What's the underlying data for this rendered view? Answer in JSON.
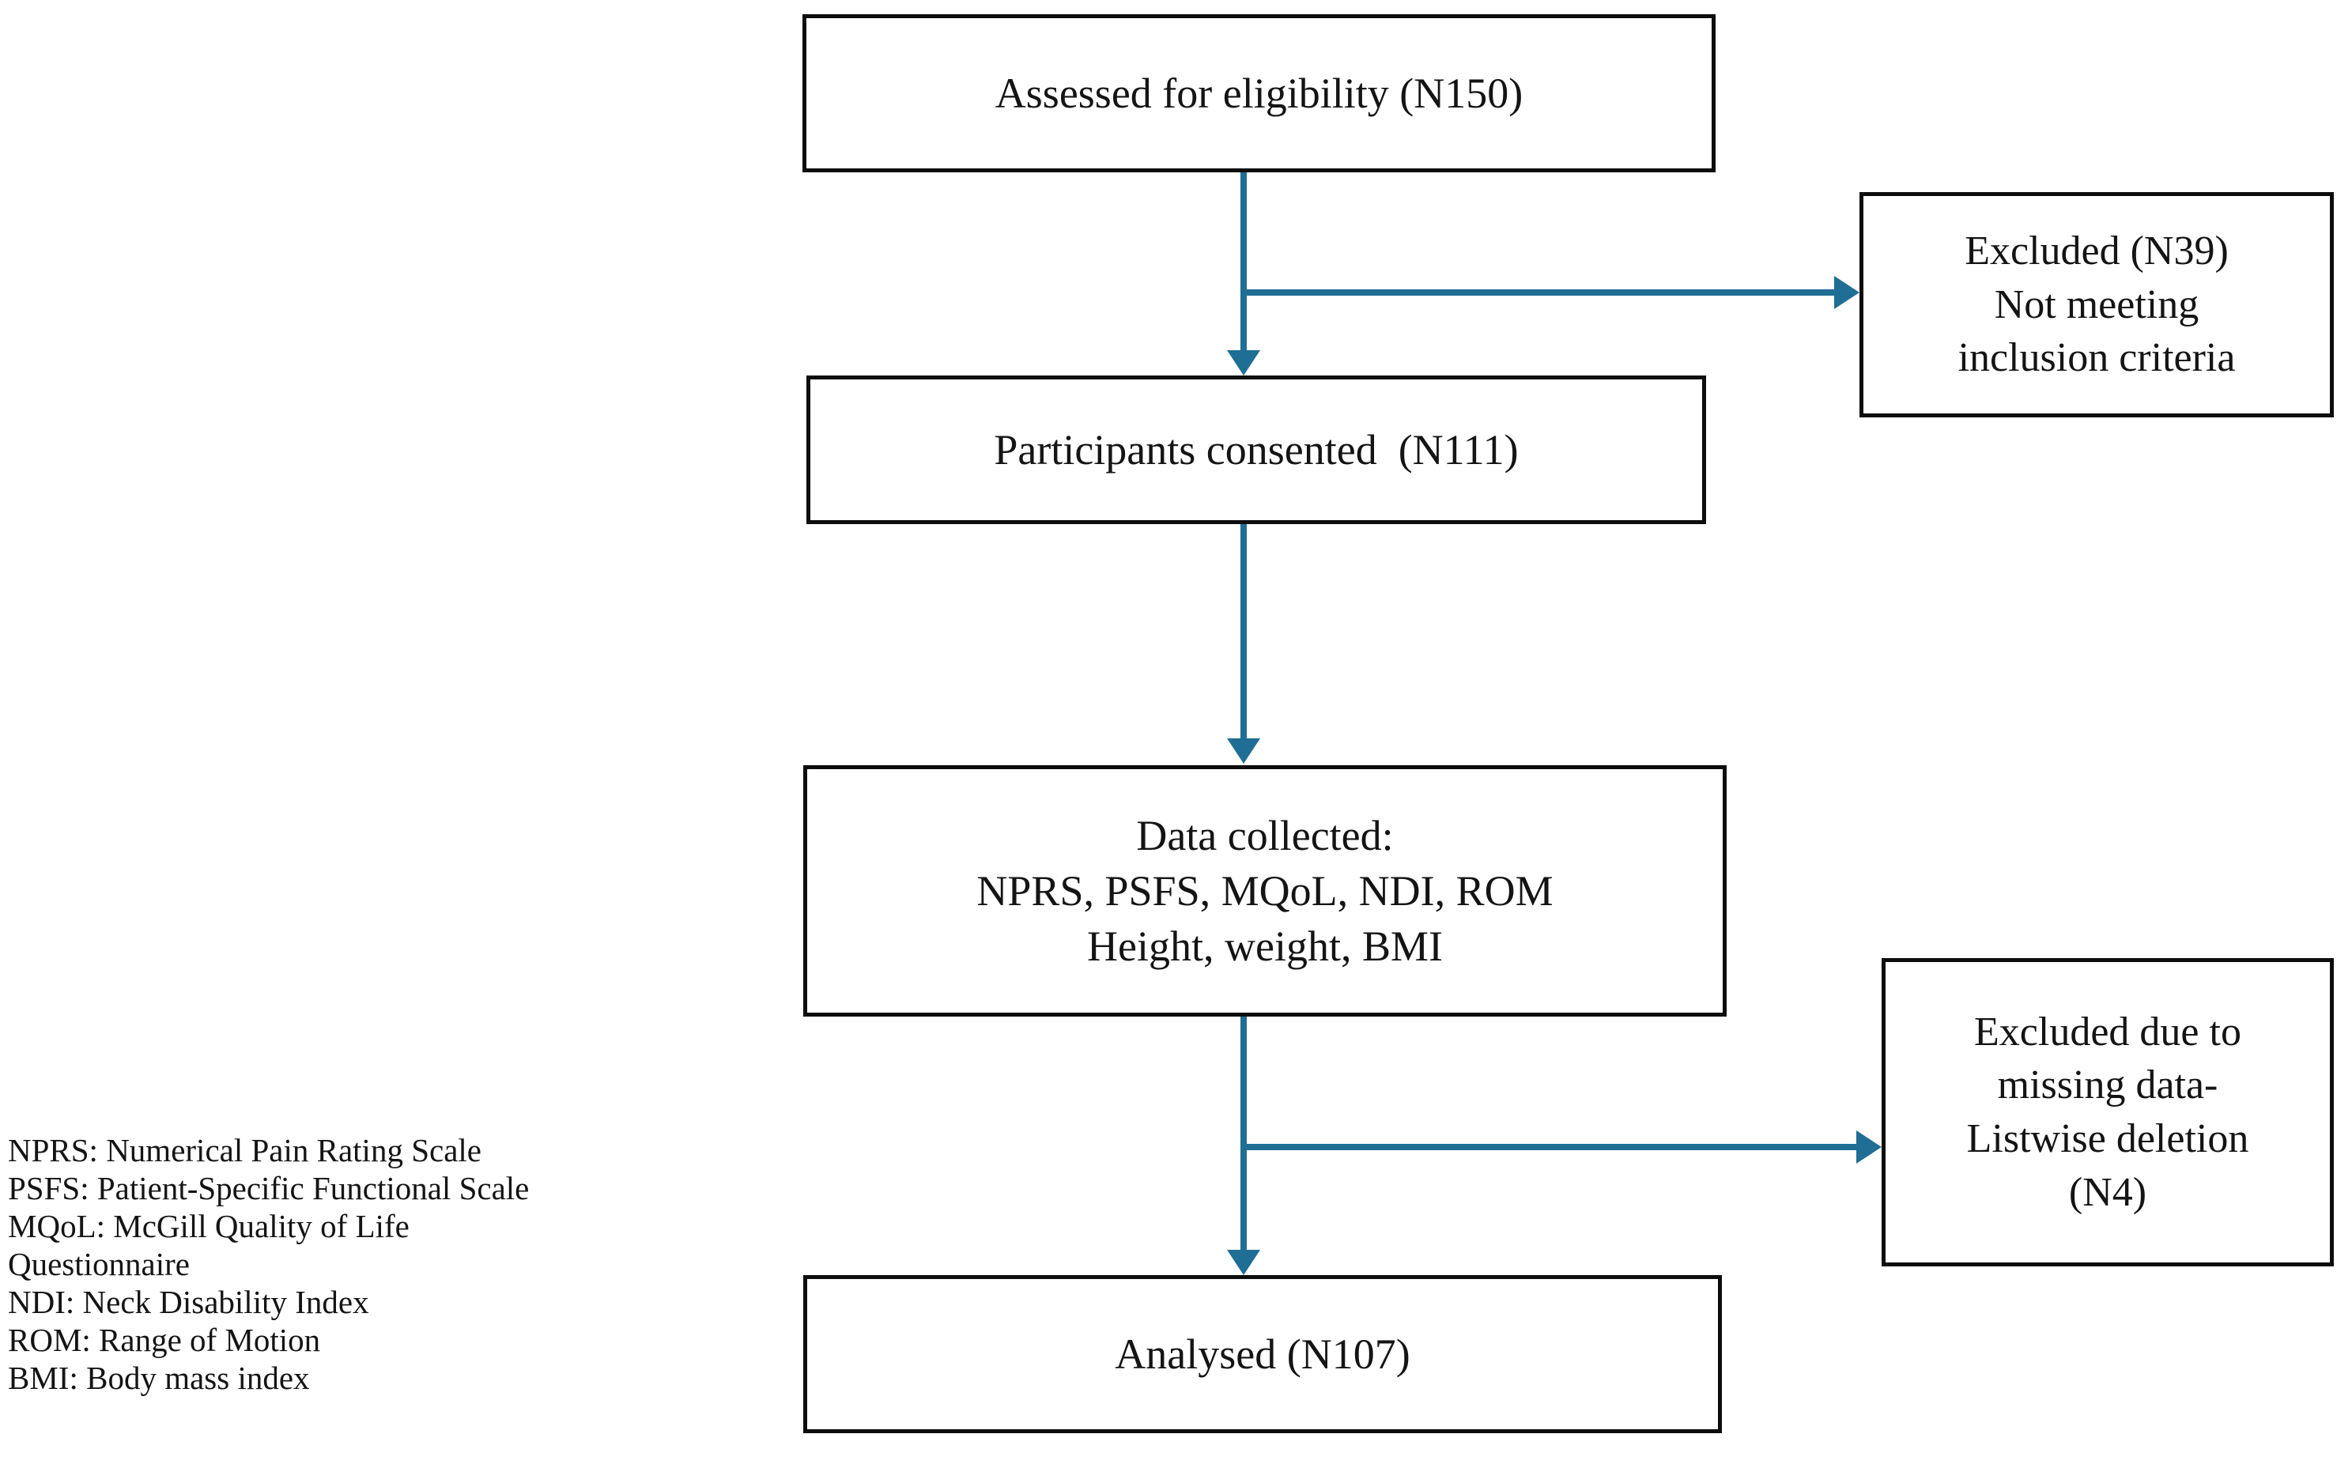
{
  "diagram": {
    "type": "participant-flow-chart",
    "accent_color": "#1f6e95",
    "border_color": "#0d0d0d",
    "background_color": "#ffffff",
    "nodes": {
      "assessed": {
        "lines": [
          "Assessed for eligibility (N150)"
        ]
      },
      "excluded_1": {
        "lines": [
          "Excluded (N39)",
          "Not meeting",
          "inclusion criteria"
        ]
      },
      "consented": {
        "lines": [
          "Participants consented  (N111)"
        ]
      },
      "data_collected": {
        "lines": [
          "Data collected:",
          "NPRS, PSFS, MQoL, NDI, ROM",
          "Height, weight, BMI"
        ]
      },
      "excluded_2": {
        "lines": [
          "Excluded due to",
          "missing data-",
          "Listwise deletion",
          "(N4)"
        ]
      },
      "analysed": {
        "lines": [
          "Analysed (N107)"
        ]
      }
    },
    "connectors": [
      {
        "name": "assessed-to-consented",
        "kind": "arrow-down"
      },
      {
        "name": "assessed-to-excluded-1",
        "kind": "arrow-right"
      },
      {
        "name": "consented-to-data",
        "kind": "arrow-down"
      },
      {
        "name": "data-to-analysed",
        "kind": "arrow-down"
      },
      {
        "name": "data-to-excluded-2",
        "kind": "arrow-right"
      }
    ]
  },
  "legend": {
    "lines": [
      "NPRS: Numerical Pain Rating Scale",
      "PSFS: Patient-Specific Functional Scale",
      "MQoL: McGill Quality of Life",
      "Questionnaire",
      "NDI: Neck Disability Index",
      "ROM: Range of Motion",
      "BMI: Body mass index"
    ]
  }
}
